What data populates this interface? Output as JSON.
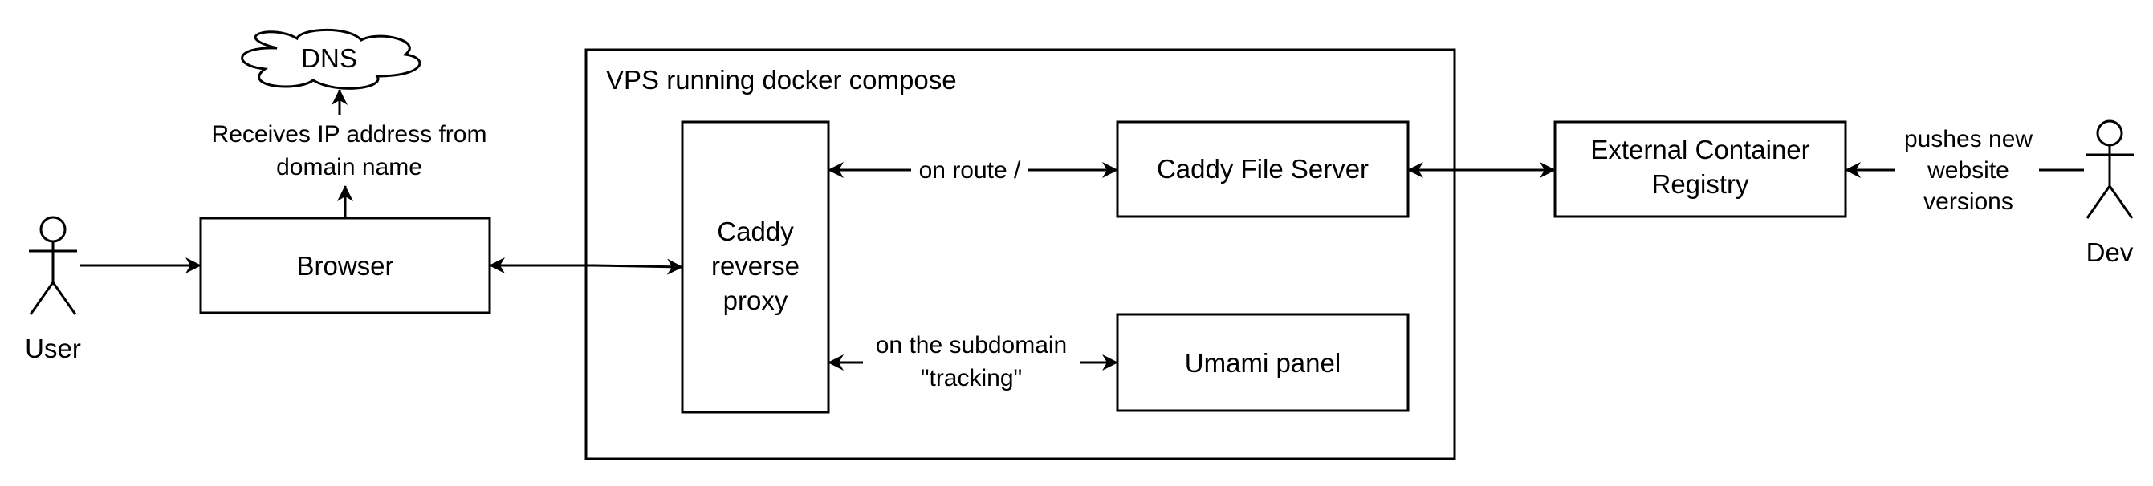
{
  "diagram": {
    "container": {
      "title": "VPS running docker compose"
    },
    "nodes": {
      "dns": "DNS",
      "browser": "Browser",
      "proxy": [
        "Caddy",
        "reverse",
        "proxy"
      ],
      "file_server": "Caddy File Server",
      "umami": "Umami panel",
      "registry": [
        "External Container",
        "Registry"
      ]
    },
    "actors": {
      "user": "User",
      "dev": "Dev"
    },
    "edges": {
      "dns_label": [
        "Receives IP address from",
        "domain name"
      ],
      "route_label": "on route /",
      "subdomain_label": [
        "on the subdomain",
        "\"tracking\""
      ],
      "push_label": [
        "pushes new",
        "website",
        "versions"
      ]
    },
    "colors": {
      "stroke": "#000000",
      "fill": "#ffffff",
      "text": "#000000"
    }
  }
}
